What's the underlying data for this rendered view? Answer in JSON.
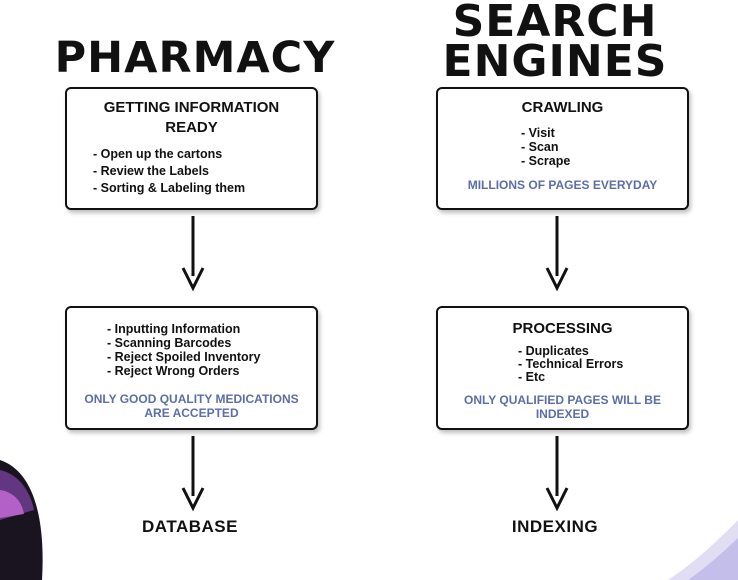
{
  "pharmacy": {
    "title": "PHARMACY",
    "box1": {
      "heading": "GETTING INFORMATION READY",
      "items": [
        "- Open up the cartons",
        "- Review the Labels",
        "- Sorting & Labeling them"
      ]
    },
    "box2": {
      "items": [
        "- Inputting Information",
        "- Scanning Barcodes",
        "- Reject Spoiled Inventory",
        "- Reject Wrong Orders"
      ],
      "note": "ONLY GOOD QUALITY MEDICATIONS ARE ACCEPTED"
    },
    "end_label": "DATABASE"
  },
  "search_engines": {
    "title_line1": "SEARCH",
    "title_line2": "ENGINES",
    "box1": {
      "heading": "CRAWLING",
      "items": [
        "- Visit",
        "- Scan",
        "- Scrape"
      ],
      "note": "MILLIONS OF PAGES EVERYDAY"
    },
    "box2": {
      "heading": "PROCESSING",
      "items": [
        "- Duplicates",
        "- Technical Errors",
        "- Etc"
      ],
      "note": "ONLY QUALIFIED PAGES WILL BE INDEXED"
    },
    "end_label": "INDEXING"
  },
  "colors": {
    "text": "#111111",
    "note_text": "#5b6ea8",
    "border": "#111111",
    "background": "#ffffff"
  }
}
